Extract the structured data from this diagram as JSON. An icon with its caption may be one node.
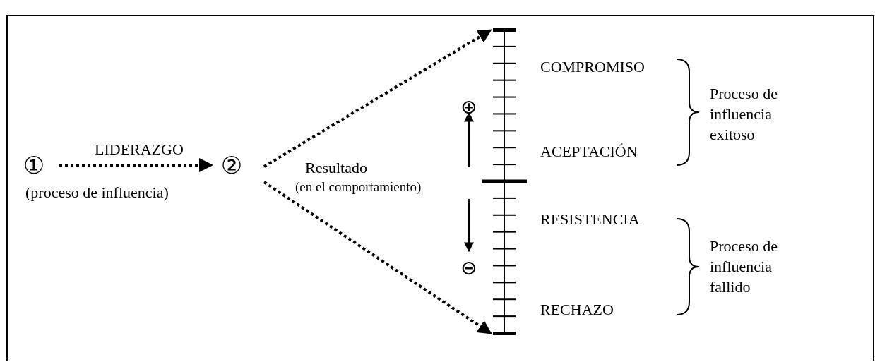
{
  "diagram": {
    "nodes": [
      {
        "text": [
          "①"
        ],
        "beside": [
          "(proceso de influencia)"
        ]
      },
      {
        "text": [
          "②"
        ]
      },
      {
        "text": [],
        "shape": "bar"
      },
      {
        "text": [],
        "shape": "bar"
      }
    ],
    "edges": [
      {
        "from": 0,
        "to": 1,
        "arrow": "to",
        "label": "LIDERAZGO",
        "style": "dashed"
      },
      {
        "from": 1,
        "to": 2,
        "arrow": "to",
        "style": "dashed"
      },
      {
        "from": 1,
        "to": 3,
        "arrow": "to",
        "style": "dashed"
      }
    ],
    "labels": [
      "COMPROMISO",
      "Proceso de influencia exitoso",
      "⊕",
      "ACEPTACIÓN",
      "Resultado",
      "(en el comportamiento)",
      "RESISTENCIA",
      "Proceso de influencia fallido",
      "⊖",
      "RECHAZO"
    ]
  }
}
